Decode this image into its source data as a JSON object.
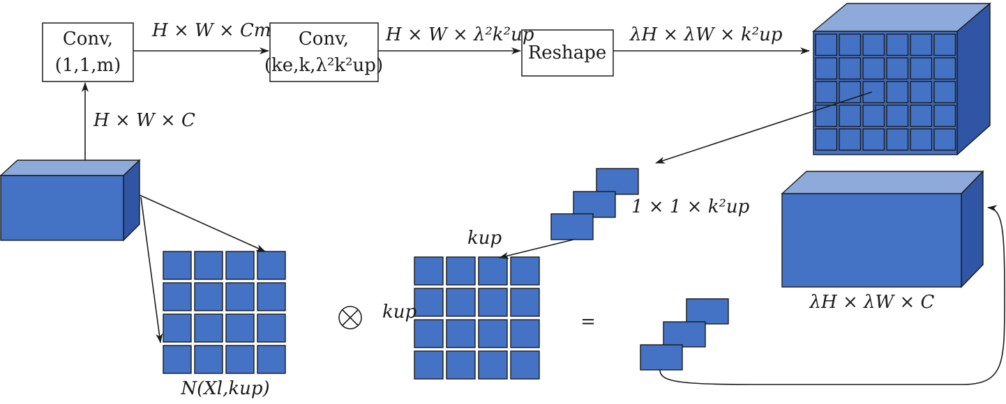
{
  "nodes": {
    "conv1": {
      "line1": "Conv,",
      "line2": "(1,1,m)"
    },
    "conv2": {
      "line1": "Conv,",
      "line2": "(ke,k,λ²k²up)"
    },
    "reshape": {
      "label": "Reshape"
    }
  },
  "edges": {
    "input_to_conv1": "H × W × C",
    "conv1_to_conv2": "H × W × Cm",
    "conv2_to_reshape": "H × W × λ²k²up",
    "reshape_to_kernel": "λH × λW × k²up"
  },
  "labels": {
    "kernel_slice": "1 × 1 × k²up",
    "kernel_width": "kup",
    "kernel_height": "kup",
    "neighborhood": "N(Xl,kup)",
    "output": "λH × λW × C",
    "times_symbol": "⊗",
    "equals_symbol": "="
  },
  "colors": {
    "block_front": "#4472C4",
    "block_top": "#8eaadb",
    "block_side": "#2f55a4"
  }
}
